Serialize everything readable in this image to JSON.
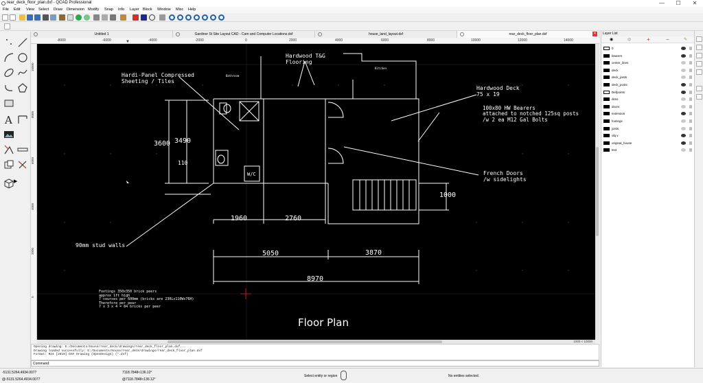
{
  "window": {
    "title": "rear_deck_floor_plan.dxf - QCAD Professional",
    "minimize": "—",
    "maximize": "☐",
    "close": "✕"
  },
  "menu": [
    "File",
    "Edit",
    "View",
    "Select",
    "Draw",
    "Dimension",
    "Modify",
    "Snap",
    "Info",
    "Layer",
    "Block",
    "Window",
    "Misc",
    "Help"
  ],
  "tabs": [
    {
      "label": "Untitled 1",
      "active": false
    },
    {
      "label": "Gardiner St Site Layout CAD - Cam and Computer Locations.dxf",
      "active": false
    },
    {
      "label": "house_land_layout.dxf",
      "active": false
    },
    {
      "label": "rear_deck_floor_plan.dxf",
      "active": true
    }
  ],
  "ruler": {
    "h": [
      "-8000",
      "-6000",
      "-4000",
      "-2000",
      "0",
      "2000",
      "4000",
      "6000",
      "8000",
      "10000",
      "12000",
      "14000"
    ],
    "v": [
      "10000",
      "8000",
      "6000",
      "4000",
      "2000",
      "0"
    ]
  },
  "drawing": {
    "rooms": {
      "bathroom": "Bathroom",
      "kitchen": "Kitchen",
      "wc": "W/C"
    },
    "annotations": {
      "hardwood_tg": "Hardwood T&G\nFlooring",
      "hardi_panel": "Hardi-Panel Compressed\nSheeting / Tiles",
      "hardwood_deck": "Hardwood Deck\n75 x 19",
      "bearers": "100x80 HW Bearers\nattached to notched 125sq posts\n/w 2 ea M12 Gal Bolts",
      "french_doors": "French Doors\n/w sidelights",
      "stud_walls": "90mm stud walls",
      "footings": "Footings 350x350 brick peers\napprox 1ft high\n7 courses per 600mm (bricks are 230Lx110Wx76H)\nTherefore per pear\n7 x 3 x 4 = 84 bricks per peer",
      "floor_plan": "Floor Plan"
    },
    "dims": {
      "d3600": "3600",
      "d3490": "3490",
      "d110": "110",
      "d1960": "1960",
      "d2760": "2760",
      "d5050": "5050",
      "d3870": "3870",
      "d8970": "8970",
      "d1000": "1000"
    }
  },
  "scrollbar": {
    "scale": "1000 < 10000"
  },
  "history": [
    "Opening drawing: E:/Documents/House/rear_deck/drawings/rear_deck_floor_plan.dxf...",
    "Drawing loaded successfully: E:/Documents/House/rear_deck/drawings/rear_deck_floor_plan.dxf",
    "Format: R24 [2010] DXF Drawing (OpenDesign) (*.dxf)"
  ],
  "command": {
    "label": "Command:"
  },
  "status": {
    "abs_coord": "-5131.5264,4934.0077",
    "abs_coord2": "@-5131.5264,4934.0077",
    "polar": "7118.7848<136.12°",
    "polar2": "@7118.7848<136.12°",
    "prompt": "Select entity or region",
    "selection": "No entities selected."
  },
  "layers": {
    "title": "Layer List",
    "items": [
      {
        "name": "0",
        "color": "#ffffff",
        "visible": true
      },
      {
        "name": "bearers",
        "color": "#000000",
        "visible": true
      },
      {
        "name": "center_lines",
        "color": "#000000",
        "visible": false
      },
      {
        "name": "deck",
        "color": "#000000",
        "visible": false
      },
      {
        "name": "deck_joists",
        "color": "#000000",
        "visible": false
      },
      {
        "name": "deck_posts",
        "color": "#000000",
        "visible": true
      },
      {
        "name": "Defpoints",
        "color": "#ffffff",
        "visible": true
      },
      {
        "name": "dims",
        "color": "#000000",
        "visible": false
      },
      {
        "name": "doors",
        "color": "#000000",
        "visible": false
      },
      {
        "name": "extension",
        "color": "#000000",
        "visible": true
      },
      {
        "name": "footings",
        "color": "#000000",
        "visible": false
      },
      {
        "name": "joists",
        "color": "#000000",
        "visible": false
      },
      {
        "name": "obj v",
        "color": "#000000",
        "visible": true
      },
      {
        "name": "original_house",
        "color": "#000000",
        "visible": true
      },
      {
        "name": "text",
        "color": "#000000",
        "visible": false
      }
    ]
  }
}
